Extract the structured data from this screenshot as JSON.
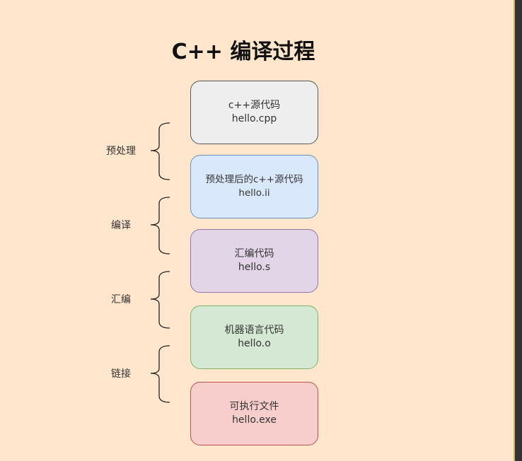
{
  "diagram": {
    "title": "C++ 编译过程",
    "nodes": [
      {
        "line1": "c++源代码",
        "line2": "hello.cpp",
        "fill": "#eeeeee",
        "stroke": "#555555"
      },
      {
        "line1": "预处理后的c++源代码",
        "line2": "hello.ii",
        "fill": "#dae8fc",
        "stroke": "#6c8ebf"
      },
      {
        "line1": "汇编代码",
        "line2": "hello.s",
        "fill": "#e1d5e7",
        "stroke": "#9673a6"
      },
      {
        "line1": "机器语言代码",
        "line2": "hello.o",
        "fill": "#d5e8d4",
        "stroke": "#82b366"
      },
      {
        "line1": "可执行文件",
        "line2": "hello.exe",
        "fill": "#f8cecc",
        "stroke": "#b85450"
      }
    ],
    "stages": [
      {
        "label": "预处理",
        "from": 0,
        "to": 1
      },
      {
        "label": "编译",
        "from": 1,
        "to": 2
      },
      {
        "label": "汇编",
        "from": 2,
        "to": 3
      },
      {
        "label": "链接",
        "from": 3,
        "to": 4
      }
    ],
    "background": "#ffe6cc"
  }
}
